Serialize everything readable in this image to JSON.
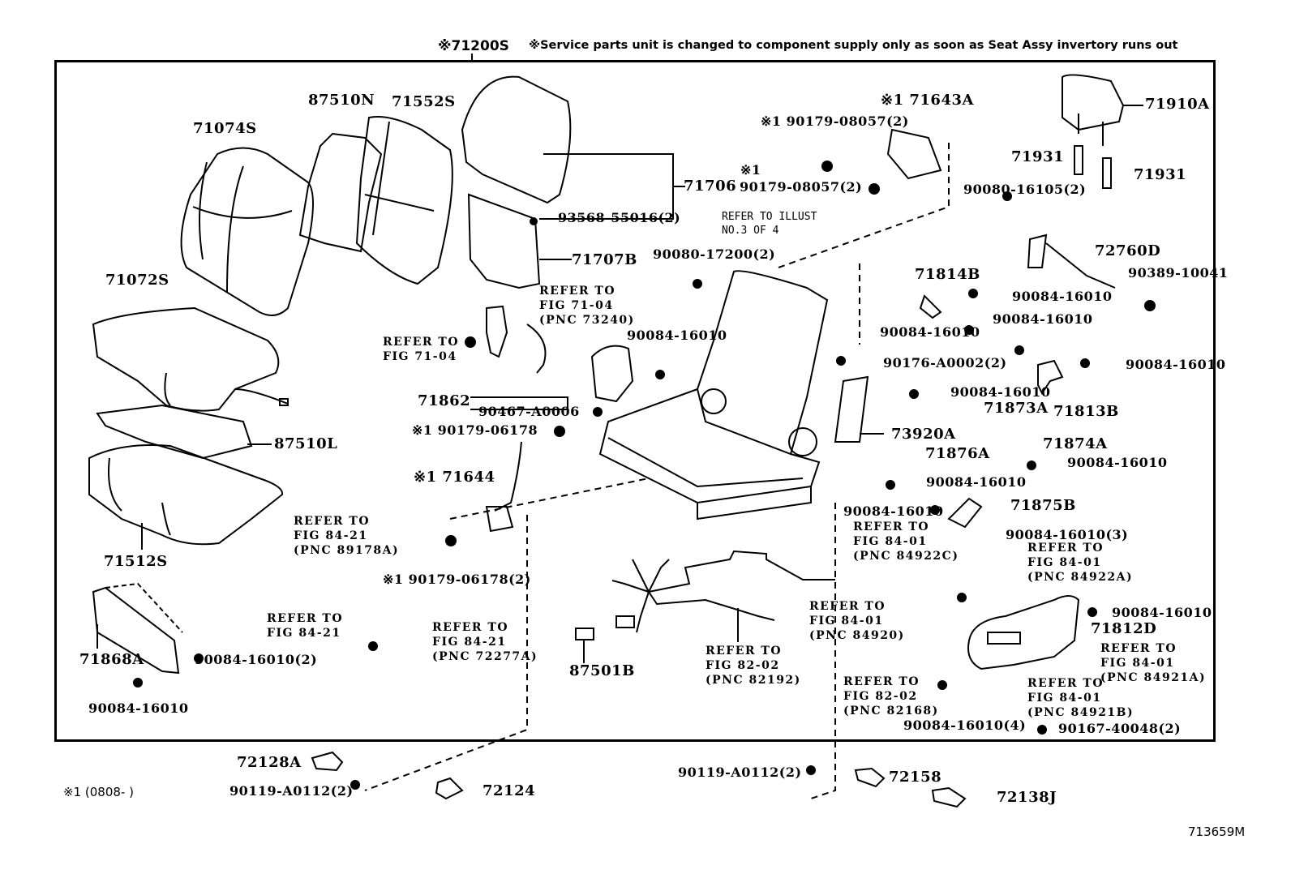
{
  "header": {
    "assembly_part": "※71200S",
    "service_note": "※Service parts unit is changed to component supply only as soon as  Seat Assy invertory runs out"
  },
  "parts": {
    "p71074S": "71074S",
    "p87510N": "87510N",
    "p71552S": "71552S",
    "p71072S": "71072S",
    "p87510L": "87510L",
    "p71512S": "71512S",
    "p71868A": "71868A",
    "p90084_16010_2_left": "90084-16010(2)",
    "p90084_16010_left_bottom": "90084-16010",
    "p71706": "71706",
    "p93568": "93568-55016(2)",
    "p71707B": "71707B",
    "p71862": "71862",
    "p90467": "90467-A0006",
    "p90179_06178": "※1 90179-06178",
    "p71644": "※1 71644",
    "p90179_06178_2": "※1 90179-06178(2)",
    "p90084_16010_center": "90084-16010",
    "p90080_17200": "90080-17200(2)",
    "p90179_08057_a": "※1 90179-08057(2)",
    "p90179_08057_b_mark": "※1",
    "p90179_08057_b": "90179-08057(2)",
    "p71643A": "※1 71643A",
    "p71910A": "71910A",
    "p71931_a": "71931",
    "p71931_b": "71931",
    "p90080_16105": "90080-16105(2)",
    "p72760D": "72760D",
    "p90389": "90389-10041",
    "p71814B": "71814B",
    "p90084_a": "90084-16010",
    "p90084_b": "90084-16010",
    "p90084_c": "90084-16010",
    "p90176": "90176-A0002(2)",
    "p90084_d": "90084-16010",
    "p71813B": "71813B",
    "p90084_e": "90084-16010",
    "p71873A": "71873A",
    "p73920A": "73920A",
    "p71876A": "71876A",
    "p90084_f": "90084-16010",
    "p71874A": "71874A",
    "p90084_g": "90084-16010",
    "p90084_h": "90084-16010",
    "p71875B": "71875B",
    "p90084_3": "90084-16010(3)",
    "p90084_i": "90084-16010",
    "p71812D": "71812D",
    "p90084_4": "90084-16010(4)",
    "p90167": "90167-40048(2)",
    "p87501B": "87501B",
    "p72128A": "72128A",
    "p90119_a": "90119-A0112(2)",
    "p72124": "72124",
    "p90119_b": "90119-A0112(2)",
    "p72158": "72158",
    "p72138J": "72138J"
  },
  "refs": {
    "illust": "REFER TO ILLUST\nNO.3 OF 4",
    "fig7104_pnc": "REFER TO\nFIG 71-04\n(PNC 73240)",
    "fig7104": "REFER TO\nFIG 71-04",
    "fig8421_89178": "REFER TO\nFIG 84-21\n(PNC 89178A)",
    "fig8421": "REFER TO\nFIG 84-21",
    "fig8421_72277": "REFER TO\nFIG 84-21\n(PNC 72277A)",
    "fig8202_82192": "REFER TO\nFIG 82-02\n(PNC 82192)",
    "fig8401_84922C": "REFER TO\nFIG 84-01\n(PNC 84922C)",
    "fig8401_84922A": "REFER TO\nFIG 84-01\n(PNC 84922A)",
    "fig8401_84920": "REFER TO\nFIG 84-01\n(PNC 84920)",
    "fig8202_82168": "REFER TO\nFIG 82-02\n(PNC 82168)",
    "fig8401_84921A": "REFER TO\nFIG 84-01\n(PNC 84921A)",
    "fig8401_84921B": "REFER TO\nFIG 84-01\n(PNC 84921B)"
  },
  "footer": {
    "footnote": "※1 (0808-      )",
    "diagram_id": "713659M"
  }
}
